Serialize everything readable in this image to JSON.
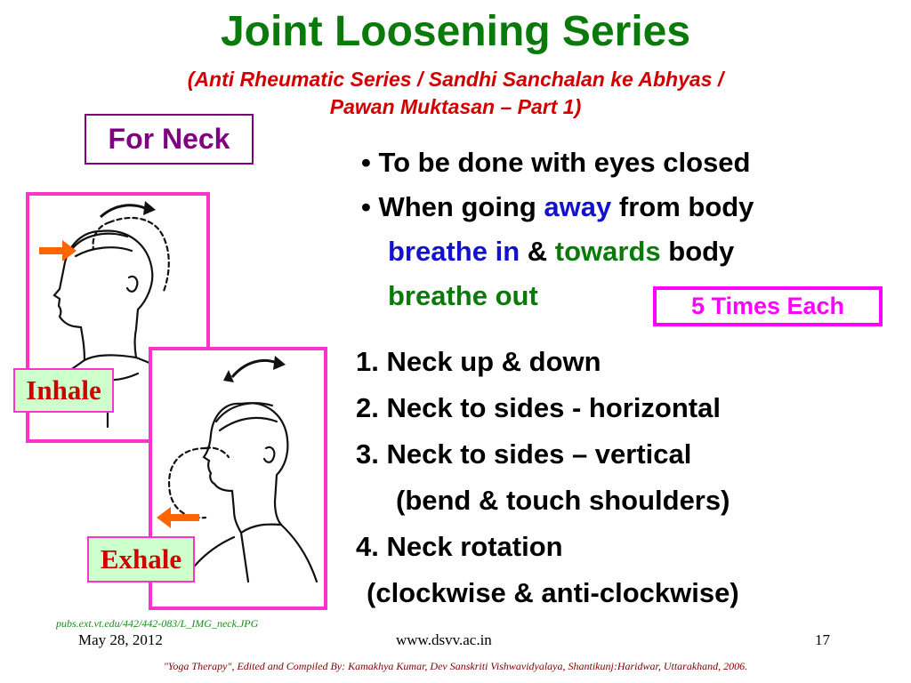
{
  "title": "Joint Loosening Series",
  "subtitle_line1": "(Anti Rheumatic Series / Sandhi Sanchalan ke Abhyas /",
  "subtitle_line2": "Pawan Muktasan – Part 1)",
  "for_neck": "For Neck",
  "bullets": {
    "b1": "• To be done with eyes closed",
    "b2_pre": "• When going ",
    "b2_away": "away",
    "b2_post": " from body",
    "b3_breathe_in": "breathe in",
    "b3_amp": " & ",
    "b3_towards": "towards",
    "b3_body": " body",
    "b4_breathe_out": "breathe out"
  },
  "times_each": "5 Times Each",
  "steps": [
    "1. Neck up & down",
    "2. Neck to sides - horizontal",
    "3. Neck to sides – vertical",
    "(bend & touch shoulders)",
    "4. Neck rotation",
    "(clockwise & anti-clockwise)"
  ],
  "labels": {
    "inhale": "Inhale",
    "exhale": "Exhale"
  },
  "image_source": "pubs.ext.vt.edu/442/442-083/L_IMG_neck.JPG",
  "footer": {
    "date": "May 28, 2012",
    "url": "www.dsvv.ac.in",
    "page": "17"
  },
  "citation": "\"Yoga Therapy\", Edited and Compiled By: Kamakhya Kumar, Dev Sanskriti Vishwavidyalaya, Shantikunj:Haridwar, Uttarakhand, 2006.",
  "colors": {
    "title": "#0a7a0a",
    "subtitle": "#d10000",
    "frame": "#ff33cc",
    "accent_arrow": "#ff6600",
    "highlight_box": "#ff00ff"
  }
}
